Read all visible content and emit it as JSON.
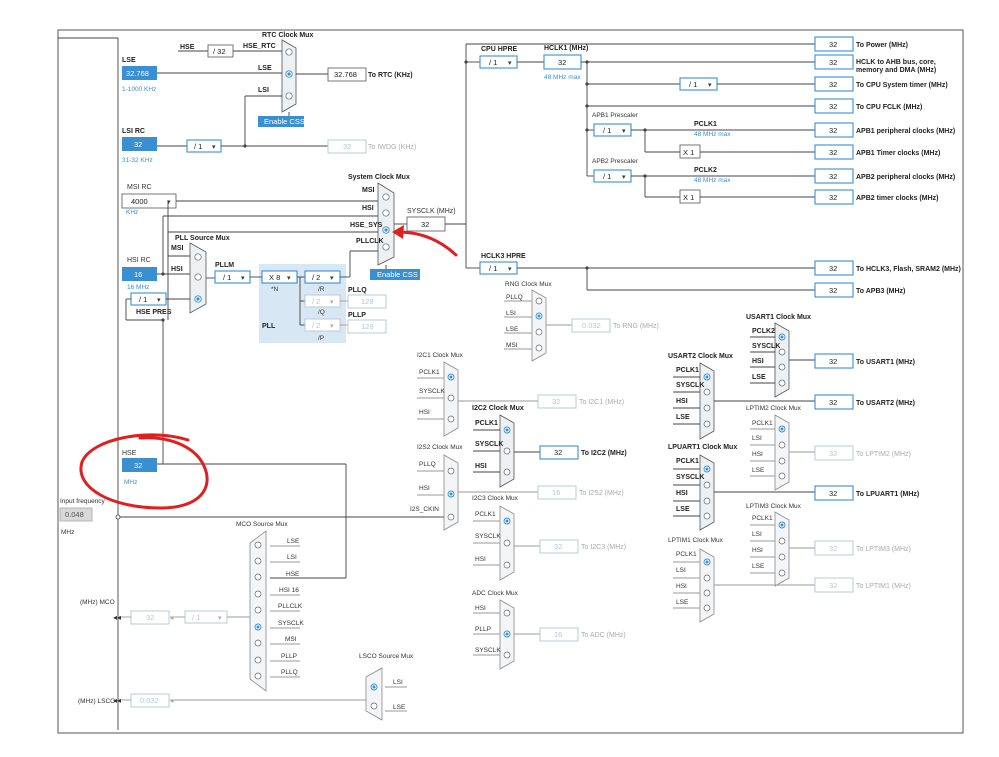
{
  "diagram": {
    "sources": {
      "lse": {
        "label": "LSE",
        "value": "32.768",
        "range": "1-1000 KHz"
      },
      "lsi_rc": {
        "label": "LSI RC",
        "value": "32",
        "range": "31-32 KHz"
      },
      "msi_rc": {
        "label": "MSI RC",
        "value": "4000",
        "unit": "KHz"
      },
      "hsi_rc": {
        "label": "HSI RC",
        "value": "16",
        "unit": "16 MHz"
      },
      "hse": {
        "label": "HSE",
        "value": "32",
        "unit": "MHz"
      },
      "input_frequency": {
        "label": "Input frequency",
        "value": "0.048",
        "unit": "MHz"
      }
    },
    "rtc_mux": {
      "title": "RTC Clock Mux",
      "hse_label": "HSE",
      "div": "/ 32",
      "hse_rtc": "HSE_RTC",
      "lse": "LSE",
      "lsi": "LSI",
      "out_value": "32.768",
      "out_label": "To RTC (KHz)",
      "css_button": "Enable CSS"
    },
    "iwdg": {
      "div": "/ 1",
      "value": "32",
      "label": "To IWDG (KHz)"
    },
    "sysclk_mux": {
      "title": "System Clock Mux",
      "inputs": [
        "MSI",
        "HSI",
        "HSE_SYS",
        "PLLCLK"
      ],
      "sysclk_label": "SYSCLK (MHz)",
      "sysclk_value": "32",
      "css_button": "Enable CSS"
    },
    "pll": {
      "source_title": "PLL Source Mux",
      "inputs": [
        "MSI",
        "HSI",
        "HSE"
      ],
      "pllm_label": "PLLM",
      "pllm": "/ 1",
      "n_mult": "X 8",
      "n_label": "*N",
      "r_div": "/ 2",
      "r_label": "/R",
      "q_div": "/ 2",
      "q_label": "/Q",
      "p_div": "/ 2",
      "p_label": "/P",
      "pll_label": "PLL",
      "pllq_label": "PLLQ",
      "pllq_value": "128",
      "pllp_label": "PLLP",
      "pllp_value": "128",
      "hse_pres_div": "/ 1",
      "hse_pres_label": "HSE PRES"
    },
    "bus": {
      "cpu_hpre_label": "CPU HPRE",
      "cpu_hpre": "/ 1",
      "hclk1_label": "HCLK1 (MHz)",
      "hclk1_value": "32",
      "hclk1_max": "48 MHz max",
      "systimer_div": "/ 1",
      "apb1_label": "APB1 Prescaler",
      "apb1_div": "/ 1",
      "pclk1_label": "PCLK1",
      "pclk1_max": "48 MHz max",
      "apb1_timer_mult": "X 1",
      "apb2_label": "APB2 Prescaler",
      "apb2_div": "/ 1",
      "pclk2_label": "PCLK2",
      "pclk2_max": "48 MHz max",
      "apb2_timer_mult": "X 1",
      "hclk3_label": "HCLK3 HPRE",
      "hclk3_div": "/ 1"
    },
    "outputs": [
      {
        "value": "32",
        "label": "To Power (MHz)"
      },
      {
        "value": "32",
        "label": "HCLK to AHB bus, core,",
        "label2": "memory and DMA (MHz)"
      },
      {
        "value": "32",
        "label": "To CPU System timer (MHz)"
      },
      {
        "value": "32",
        "label": "To CPU FCLK (MHz)"
      },
      {
        "value": "32",
        "label": "APB1 peripheral clocks (MHz)"
      },
      {
        "value": "32",
        "label": "APB1 Timer clocks (MHz)"
      },
      {
        "value": "32",
        "label": "APB2 peripheral clocks (MHz)"
      },
      {
        "value": "32",
        "label": "APB2 timer clocks (MHz)"
      },
      {
        "value": "32",
        "label": "To HCLK3, Flash, SRAM2 (MHz)"
      },
      {
        "value": "32",
        "label": "To APB3 (MHz)"
      }
    ],
    "rng_mux": {
      "title": "RNG Clock Mux",
      "inputs": [
        "PLLQ",
        "LSI",
        "LSE",
        "MSI"
      ],
      "value": "0.032",
      "label": "To RNG (MHz)"
    },
    "i2c1_mux": {
      "title": "I2C1 Clock Mux",
      "inputs": [
        "PCLK1",
        "SYSCLK",
        "HSI"
      ],
      "value": "32",
      "label": "To I2C1 (MHz)"
    },
    "i2c2_mux": {
      "title": "I2C2 Clock Mux",
      "inputs": [
        "PCLK1",
        "SYSCLK",
        "HSI"
      ],
      "value": "32",
      "label": "To I2C2 (MHz)"
    },
    "i2s2_mux": {
      "title": "I2S2 Clock Mux",
      "inputs": [
        "PLLQ",
        "HSI",
        "I2S_CKIN"
      ],
      "value": "16",
      "label": "To I2S2 (MHz)"
    },
    "i2c3_mux": {
      "title": "I2C3 Clock Mux",
      "inputs": [
        "PCLK1",
        "SYSCLK",
        "HSI"
      ],
      "value": "32",
      "label": "To I2C3 (MHz)"
    },
    "adc_mux": {
      "title": "ADC Clock Mux",
      "inputs": [
        "HSI",
        "PLLP",
        "SYSCLK"
      ],
      "value": "16",
      "label": "To ADC (MHz)"
    },
    "usart1_mux": {
      "title": "USART1 Clock Mux",
      "inputs": [
        "PCLK2",
        "SYSCLK",
        "HSI",
        "LSE"
      ],
      "value": "32",
      "label": "To USART1 (MHz)"
    },
    "usart2_mux": {
      "title": "USART2 Clock Mux",
      "inputs": [
        "PCLK1",
        "SYSCLK",
        "HSI",
        "LSE"
      ],
      "value": "32",
      "label": "To USART2 (MHz)"
    },
    "lptim2_mux": {
      "title": "LPTIM2 Clock Mux",
      "inputs": [
        "PCLK1",
        "LSI",
        "HSI",
        "LSE"
      ],
      "value": "32",
      "label": "To LPTIM2 (MHz)"
    },
    "lpuart1_mux": {
      "title": "LPUART1 Clock Mux",
      "inputs": [
        "PCLK1",
        "SYSCLK",
        "HSI",
        "LSE"
      ],
      "value": "32",
      "label": "To LPUART1 (MHz)"
    },
    "lptim3_mux": {
      "title": "LPTIM3 Clock Mux",
      "inputs": [
        "PCLK1",
        "LSI",
        "HSI",
        "LSE"
      ],
      "value": "32",
      "label": "To LPTIM3 (MHz)"
    },
    "lptim1_mux": {
      "title": "LPTIM1 Clock Mux",
      "inputs": [
        "PCLK1",
        "LSI",
        "HSI",
        "LSE"
      ],
      "value": "32",
      "label": "To LPTIM1 (MHz)"
    },
    "mco_mux": {
      "title": "MCO Source Mux",
      "inputs": [
        "LSE",
        "LSI",
        "HSE",
        "HSI 16",
        "PLLCLK",
        "SYSCLK",
        "MSI",
        "PLLP",
        "PLLQ"
      ],
      "div": "/ 1",
      "value": "32",
      "label": "(MHz) MCO"
    },
    "lsco_mux": {
      "title": "LSCO Source Mux",
      "inputs": [
        "LSI",
        "LSE"
      ],
      "value": "0.032",
      "label": "(MHz) LSCO"
    }
  }
}
